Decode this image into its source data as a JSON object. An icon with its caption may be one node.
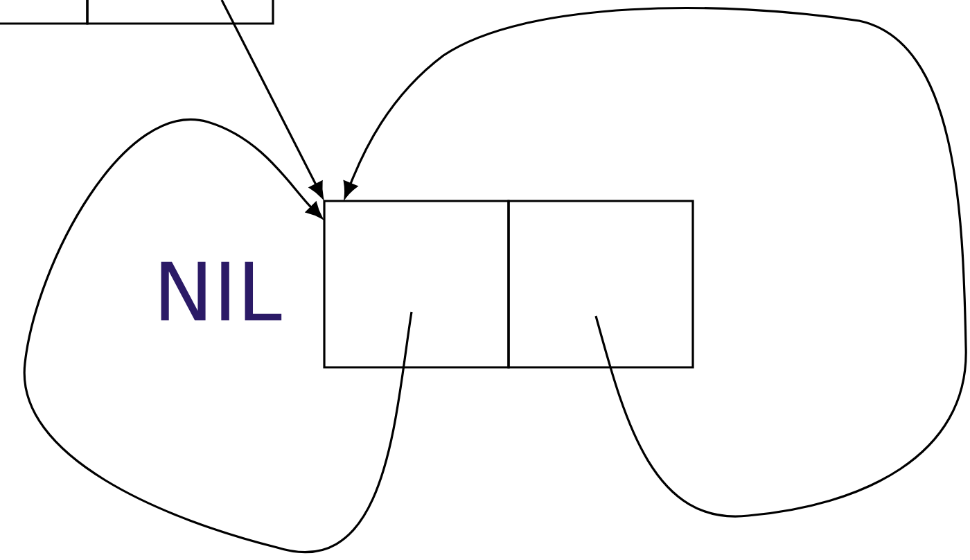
{
  "diagram": {
    "nodes": [
      {
        "text": [],
        "shape": "box"
      },
      {
        "text": [],
        "shape": "box"
      },
      {
        "text": [],
        "shape": "box"
      },
      {
        "text": [],
        "shape": "box"
      }
    ],
    "edges": [
      {
        "from": 1,
        "to": 2,
        "arrow": "to"
      },
      {
        "from": 2,
        "to": 2,
        "arrow": "to"
      },
      {
        "from": 3,
        "to": 2,
        "arrow": "to"
      }
    ],
    "labels": [
      "NIL"
    ]
  }
}
